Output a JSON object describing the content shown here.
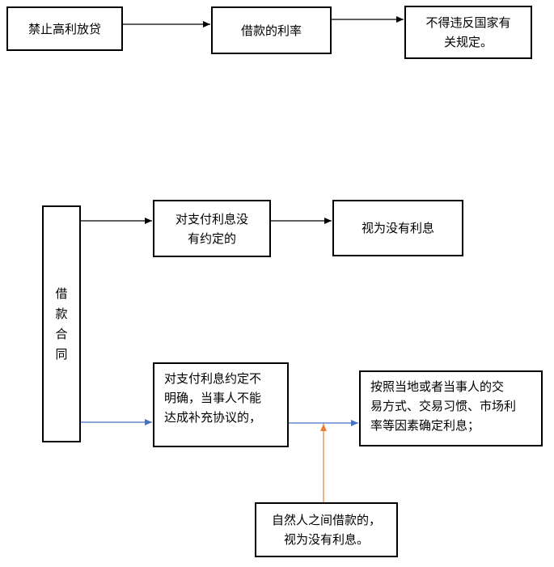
{
  "diagram": {
    "top_row": {
      "n1": "禁止高利放贷",
      "n2": "借款的利率",
      "n3": {
        "line1": "不得违反国家有",
        "line2": "关规定。"
      }
    },
    "root": {
      "chars": [
        "借",
        "款",
        "合",
        "同"
      ]
    },
    "branch1": {
      "condition": {
        "line1": "对支付利息没",
        "line2": "有约定的"
      },
      "result": "视为没有利息"
    },
    "branch2": {
      "condition": {
        "line1": "对支付利息约定不",
        "line2": "明确，当事人不能",
        "line3": "达成补充协议的，"
      },
      "result": {
        "line1": "按照当地或者当事人的交",
        "line2": "易方式、交易习惯、市场利",
        "line3": "率等因素确定利息；"
      },
      "exception": {
        "line1": "自然人之间借款的，",
        "line2": "视为没有利息。"
      }
    },
    "colors": {
      "border": "#000000",
      "edge_black": "#000000",
      "edge_blue": "#4472C4",
      "edge_orange": "#ED7D31"
    }
  }
}
